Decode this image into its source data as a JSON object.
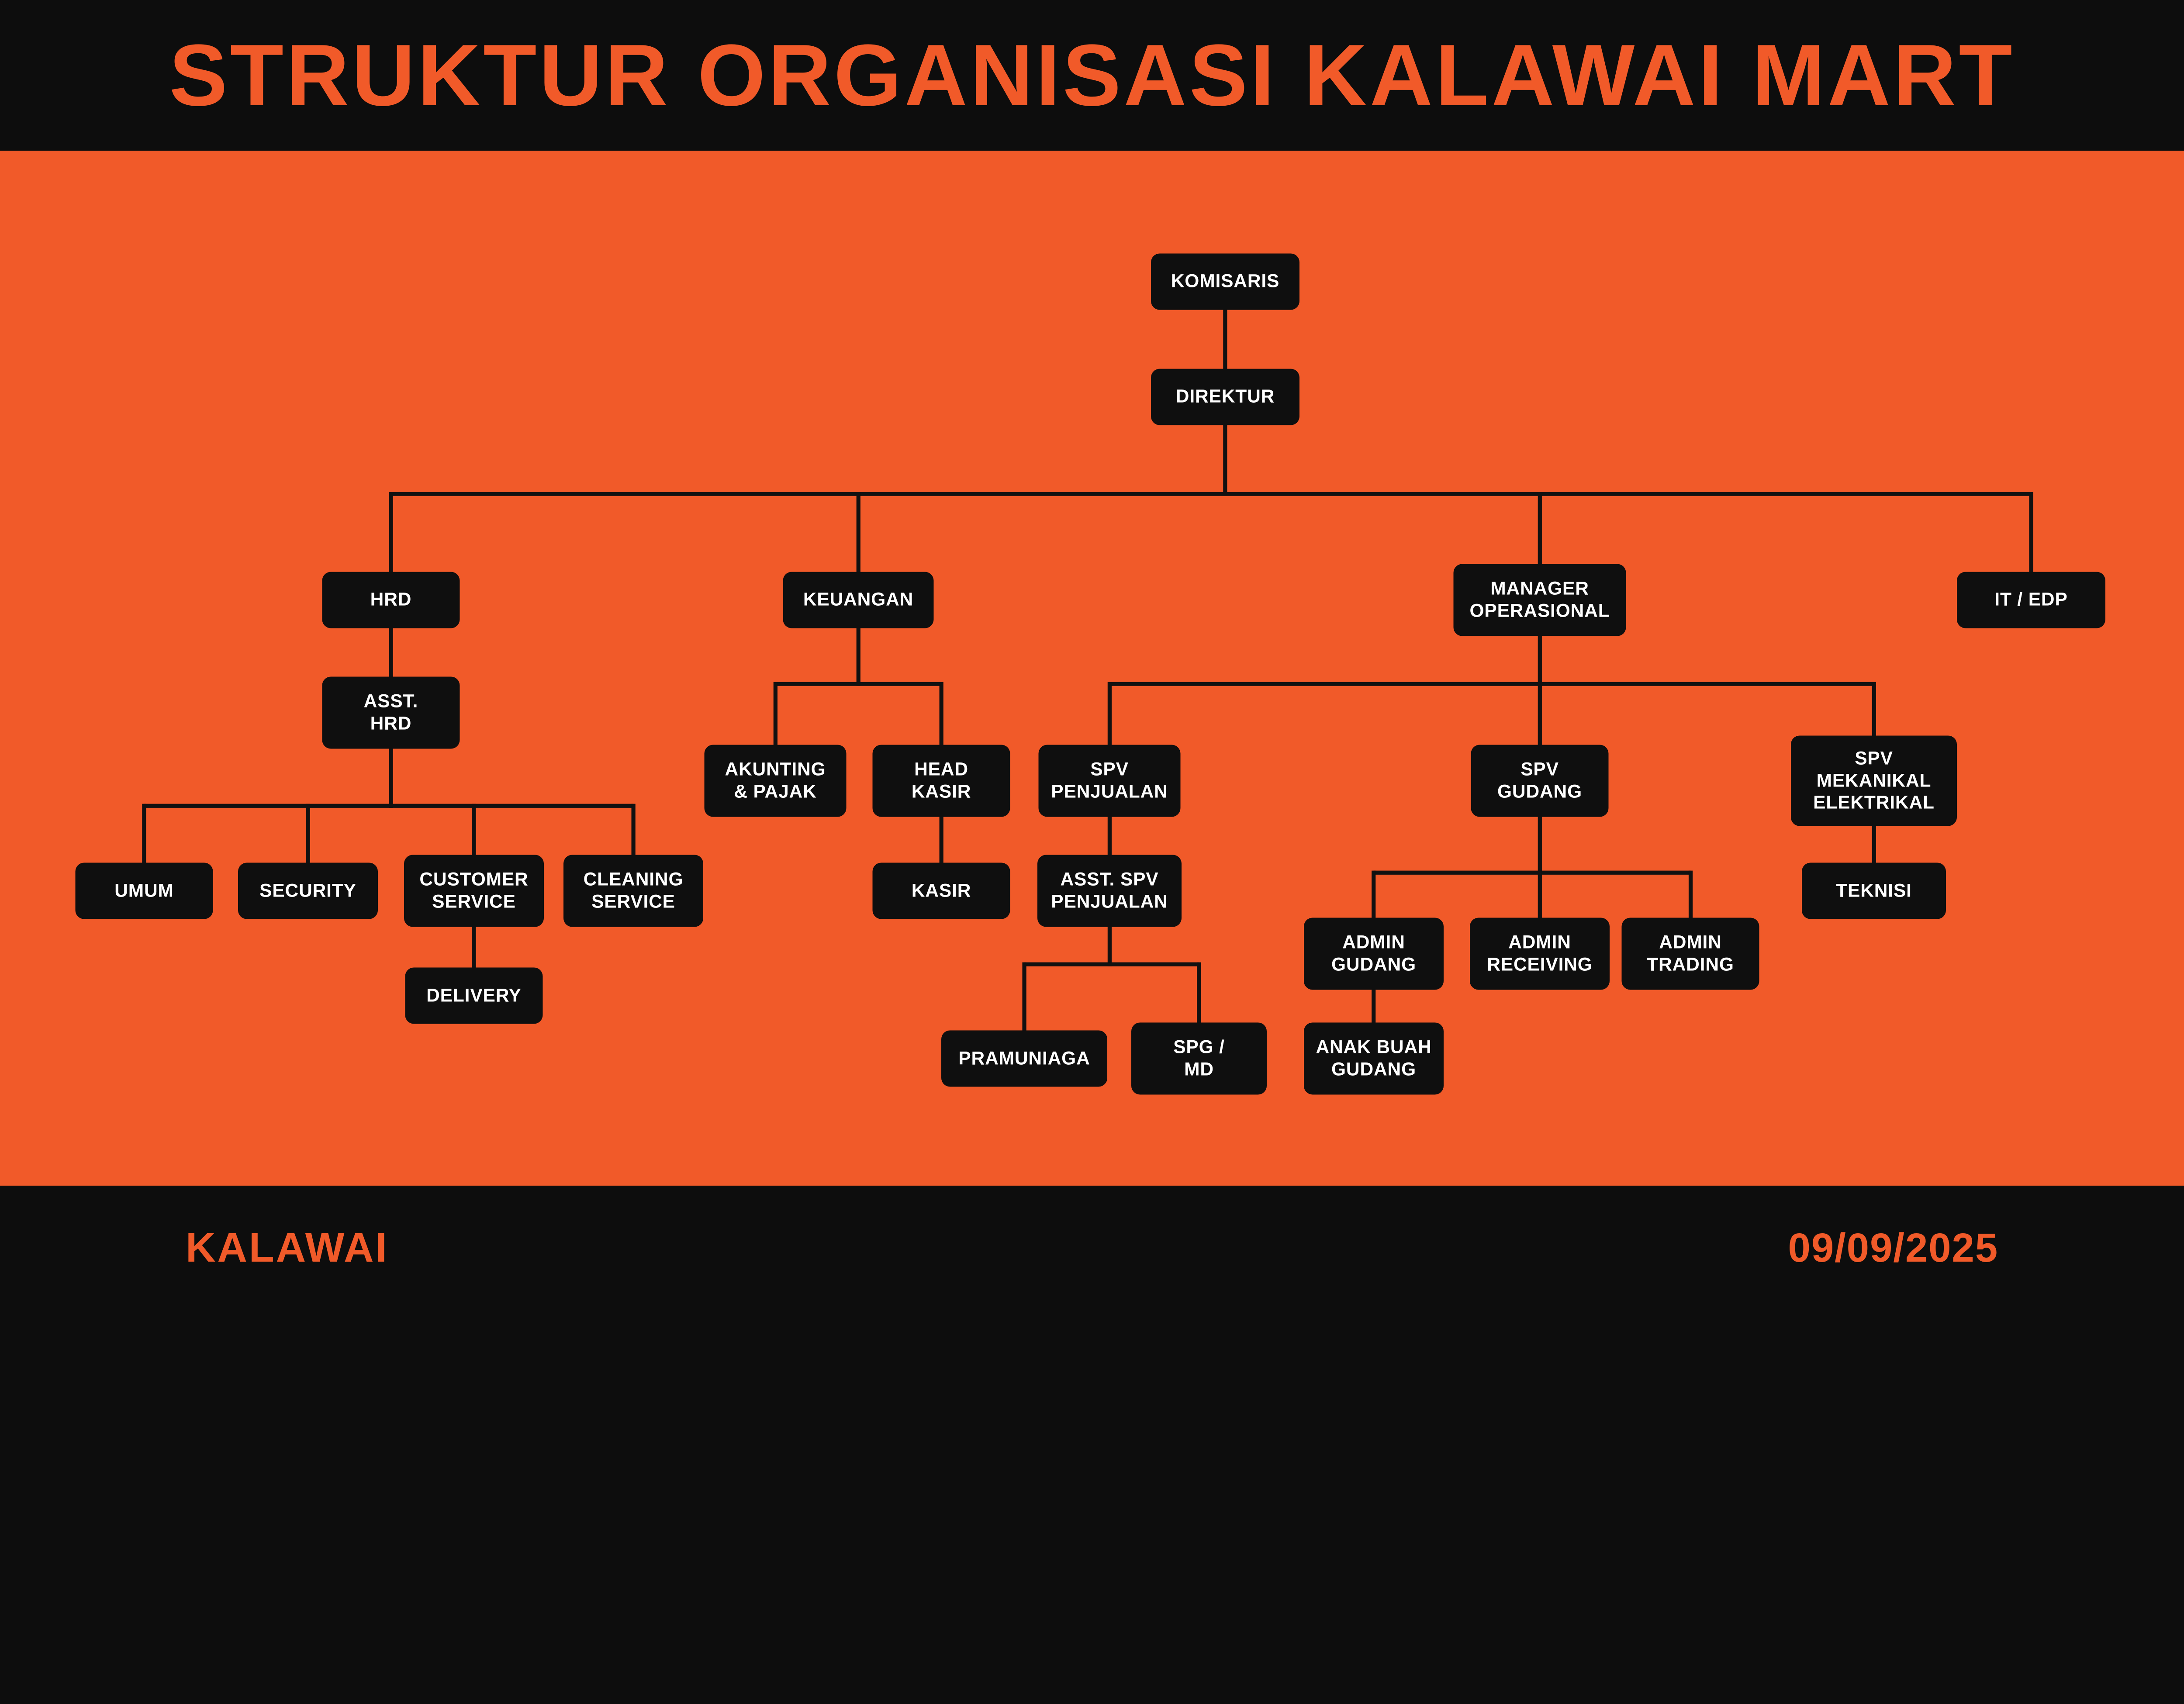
{
  "header": {
    "title": "STRUKTUR ORGANISASI KALAWAI MART"
  },
  "footer": {
    "brand": "KALAWAI",
    "date": "09/09/2025"
  },
  "colors": {
    "background": "#F15A29",
    "bar": "#0D0D0D",
    "node_fill": "#0F0F0F",
    "node_text": "#FFFFFF",
    "connector": "#111111",
    "accent_text": "#F15A29"
  },
  "chart_data": {
    "type": "org_chart",
    "title": "STRUKTUR ORGANISASI KALAWAI MART",
    "nodes": [
      {
        "id": "komisaris",
        "label": "KOMISARIS",
        "parent": null
      },
      {
        "id": "direktur",
        "label": "DIREKTUR",
        "parent": "komisaris"
      },
      {
        "id": "hrd",
        "label": "HRD",
        "parent": "direktur"
      },
      {
        "id": "keuangan",
        "label": "KEUANGAN",
        "parent": "direktur"
      },
      {
        "id": "manager-operasional",
        "label": "MANAGER\nOPERASIONAL",
        "parent": "direktur"
      },
      {
        "id": "it-edp",
        "label": "IT / EDP",
        "parent": "direktur"
      },
      {
        "id": "asst-hrd",
        "label": "ASST.\nHRD",
        "parent": "hrd"
      },
      {
        "id": "umum",
        "label": "UMUM",
        "parent": "asst-hrd"
      },
      {
        "id": "security",
        "label": "SECURITY",
        "parent": "asst-hrd"
      },
      {
        "id": "customer-service",
        "label": "CUSTOMER\nSERVICE",
        "parent": "asst-hrd"
      },
      {
        "id": "cleaning-service",
        "label": "CLEANING\nSERVICE",
        "parent": "asst-hrd"
      },
      {
        "id": "delivery",
        "label": "DELIVERY",
        "parent": "customer-service"
      },
      {
        "id": "akunting-pajak",
        "label": "AKUNTING\n& PAJAK",
        "parent": "keuangan"
      },
      {
        "id": "head-kasir",
        "label": "HEAD\nKASIR",
        "parent": "keuangan"
      },
      {
        "id": "kasir",
        "label": "KASIR",
        "parent": "head-kasir"
      },
      {
        "id": "spv-penjualan",
        "label": "SPV\nPENJUALAN",
        "parent": "manager-operasional"
      },
      {
        "id": "asst-spv-penjualan",
        "label": "ASST. SPV\nPENJUALAN",
        "parent": "spv-penjualan"
      },
      {
        "id": "pramuniaga",
        "label": "PRAMUNIAGA",
        "parent": "asst-spv-penjualan"
      },
      {
        "id": "spg-md",
        "label": "SPG /\nMD",
        "parent": "asst-spv-penjualan"
      },
      {
        "id": "spv-gudang",
        "label": "SPV\nGUDANG",
        "parent": "manager-operasional"
      },
      {
        "id": "admin-gudang",
        "label": "ADMIN\nGUDANG",
        "parent": "spv-gudang"
      },
      {
        "id": "admin-receiving",
        "label": "ADMIN\nRECEIVING",
        "parent": "spv-gudang"
      },
      {
        "id": "admin-trading",
        "label": "ADMIN\nTRADING",
        "parent": "spv-gudang"
      },
      {
        "id": "anak-buah-gudang",
        "label": "ANAK BUAH\nGUDANG",
        "parent": "admin-gudang"
      },
      {
        "id": "spv-mekanikal-elektrikal",
        "label": "SPV\nMEKANIKAL\nELEKTRIKAL",
        "parent": "manager-operasional"
      },
      {
        "id": "teknisi",
        "label": "TEKNISI",
        "parent": "spv-mekanikal-elektrikal"
      }
    ]
  }
}
